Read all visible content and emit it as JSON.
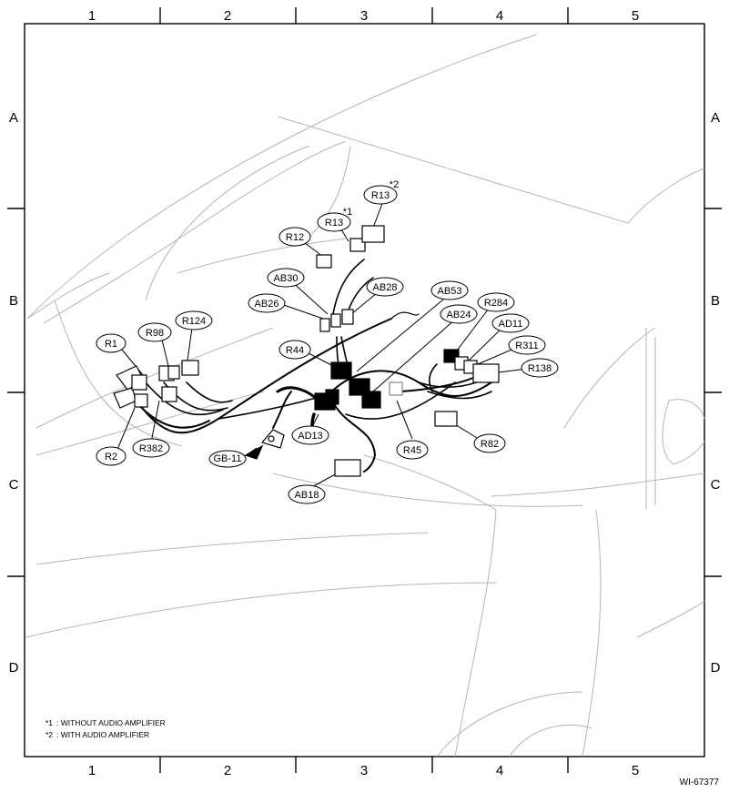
{
  "grid": {
    "columns": [
      "1",
      "2",
      "3",
      "4",
      "5"
    ],
    "rows": [
      "A",
      "B",
      "C",
      "D"
    ]
  },
  "connectors": {
    "r13_1": "R13",
    "r13_2": "R13",
    "r12": "R12",
    "ab30": "AB30",
    "ab28": "AB28",
    "ab26": "AB26",
    "ab53": "AB53",
    "r284": "R284",
    "ab24": "AB24",
    "ad11": "AD11",
    "r311": "R311",
    "r138": "R138",
    "r1": "R1",
    "r98": "R98",
    "r124": "R124",
    "r44": "R44",
    "r2": "R2",
    "r382": "R382",
    "ad13": "AD13",
    "r45": "R45",
    "r82": "R82",
    "ab18": "AB18",
    "gb11": "GB-11"
  },
  "marks": {
    "r13_1": "*1",
    "r13_2": "*2"
  },
  "notes": [
    {
      "mark": "*1",
      "text": ": WITHOUT AUDIO AMPLIFIER"
    },
    {
      "mark": "*2",
      "text": ": WITH AUDIO AMPLIFIER"
    }
  ],
  "figure_id": "WI-67377"
}
